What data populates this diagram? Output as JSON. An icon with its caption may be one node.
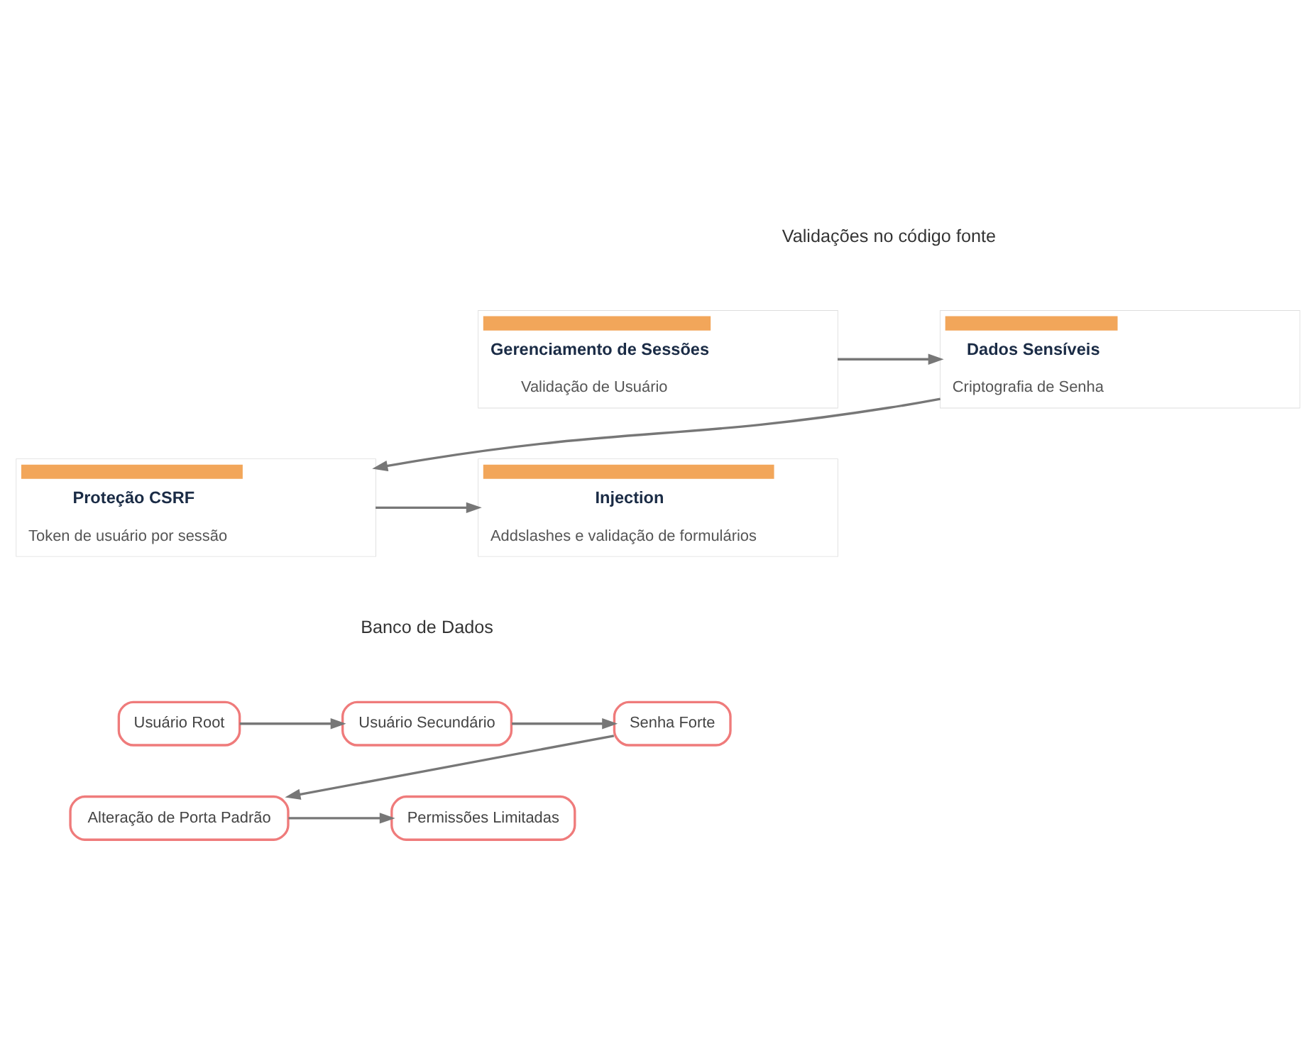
{
  "diagram": {
    "nodes": [
      {
        "text": [
          "Gerenciamento de Sessões",
          "Validação de Usuário"
        ]
      },
      {
        "text": [
          "Dados Sensíveis",
          "Criptografia de Senha"
        ]
      },
      {
        "text": [
          "Proteção CSRF",
          "Token de usuário por sessão"
        ]
      },
      {
        "text": [
          "Injection",
          "Addslashes e validação de formulários"
        ]
      },
      {
        "text": [
          "Usuário Root"
        ]
      },
      {
        "text": [
          "Usuário Secundário"
        ]
      },
      {
        "text": [
          "Senha Forte"
        ]
      },
      {
        "text": [
          "Alteração de Porta Padrão"
        ]
      },
      {
        "text": [
          "Permissões Limitadas"
        ]
      }
    ],
    "edges": [
      {
        "from": 0,
        "to": 1,
        "arrow": "to"
      },
      {
        "from": 1,
        "to": 2,
        "arrow": "to"
      },
      {
        "from": 2,
        "to": 3,
        "arrow": "to"
      },
      {
        "from": 4,
        "to": 5,
        "arrow": "to"
      },
      {
        "from": 5,
        "to": 6,
        "arrow": "to"
      },
      {
        "from": 6,
        "to": 7,
        "arrow": "to"
      },
      {
        "from": 7,
        "to": 8,
        "arrow": "to"
      }
    ],
    "labels": [
      "Validações no código fonte",
      "Banco de Dados"
    ]
  }
}
